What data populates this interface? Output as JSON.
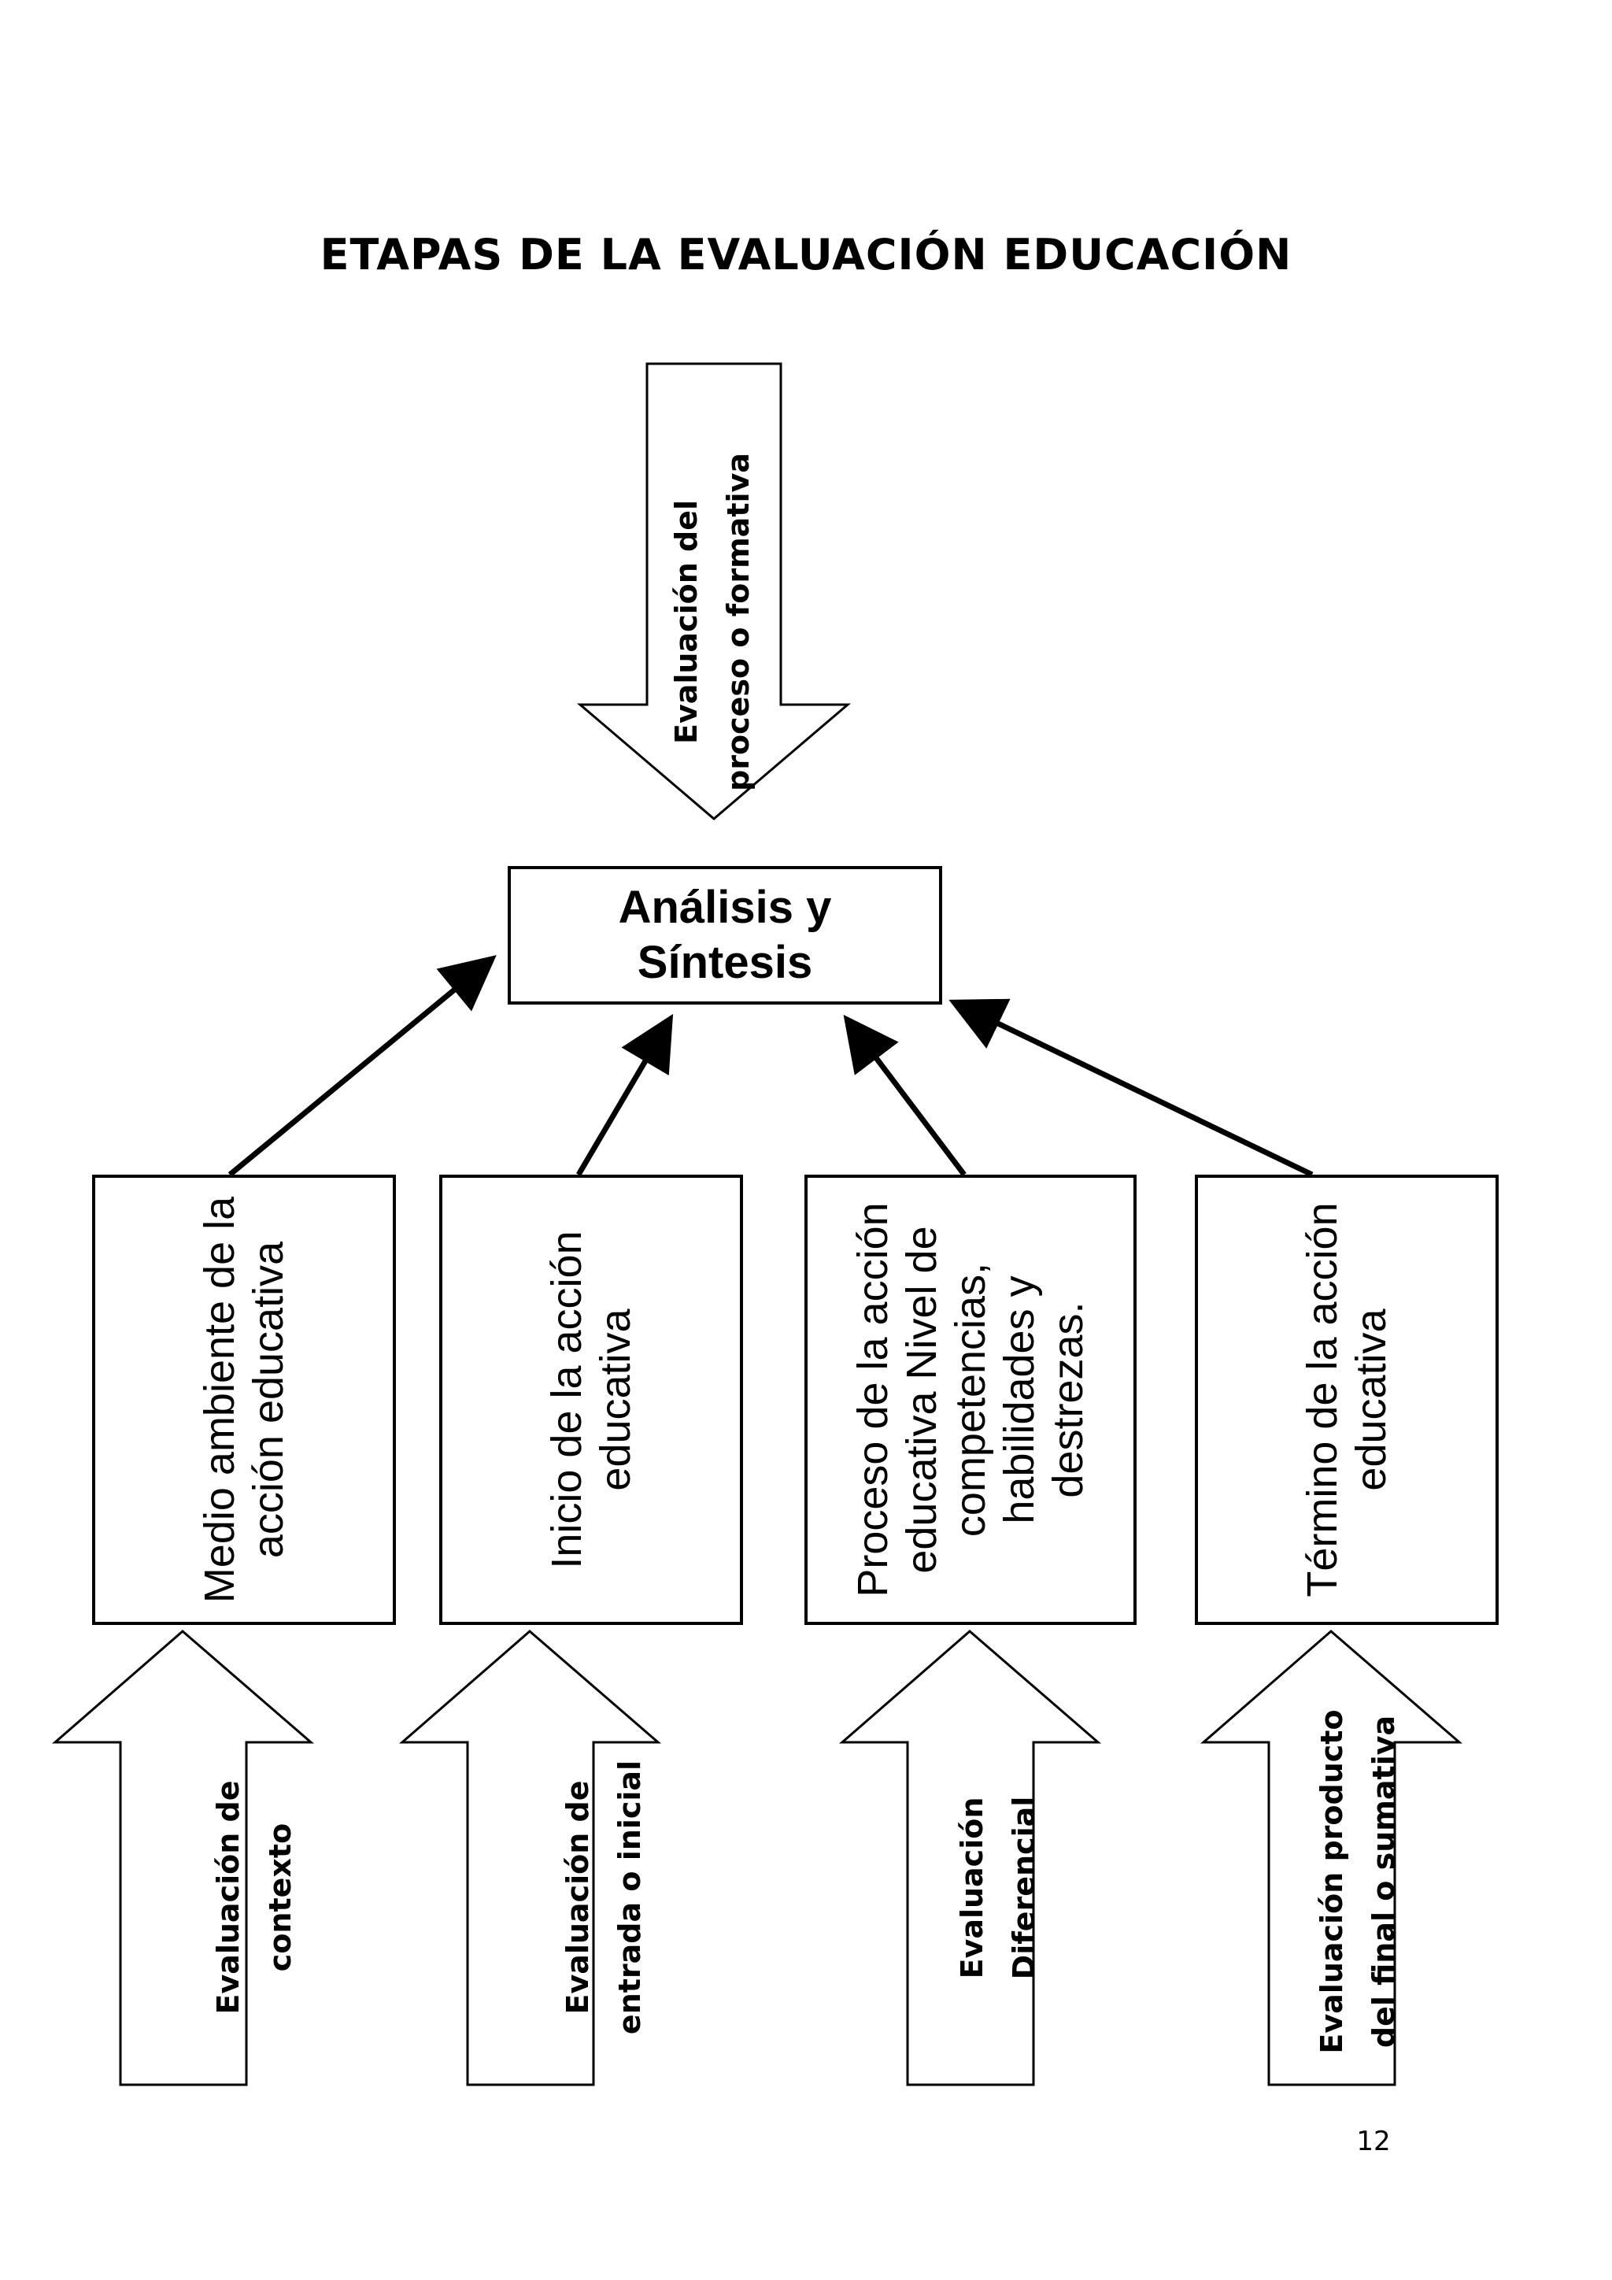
{
  "title": "ETAPAS DE LA EVALUACIÓN EDUCACIÓN",
  "top_arrow": {
    "label": "Evaluación del\nproceso o formativa"
  },
  "center": {
    "label": "Análisis y\nSíntesis"
  },
  "stages": [
    {
      "label": "Medio ambiente de la acción educativa"
    },
    {
      "label": "Inicio de la acción educativa"
    },
    {
      "label": "Proceso de la acción educativa Nivel de competencias, habilidades y destrezas."
    },
    {
      "label": "Término de la acción educativa"
    }
  ],
  "bottom_arrows": [
    {
      "label": "Evaluación de\ncontexto"
    },
    {
      "label": "Evaluación de\nentrada o inicial"
    },
    {
      "label": "Evaluación\nDiferencial"
    },
    {
      "label": "Evaluación producto\ndel final o sumativa"
    }
  ],
  "page_number": "12"
}
